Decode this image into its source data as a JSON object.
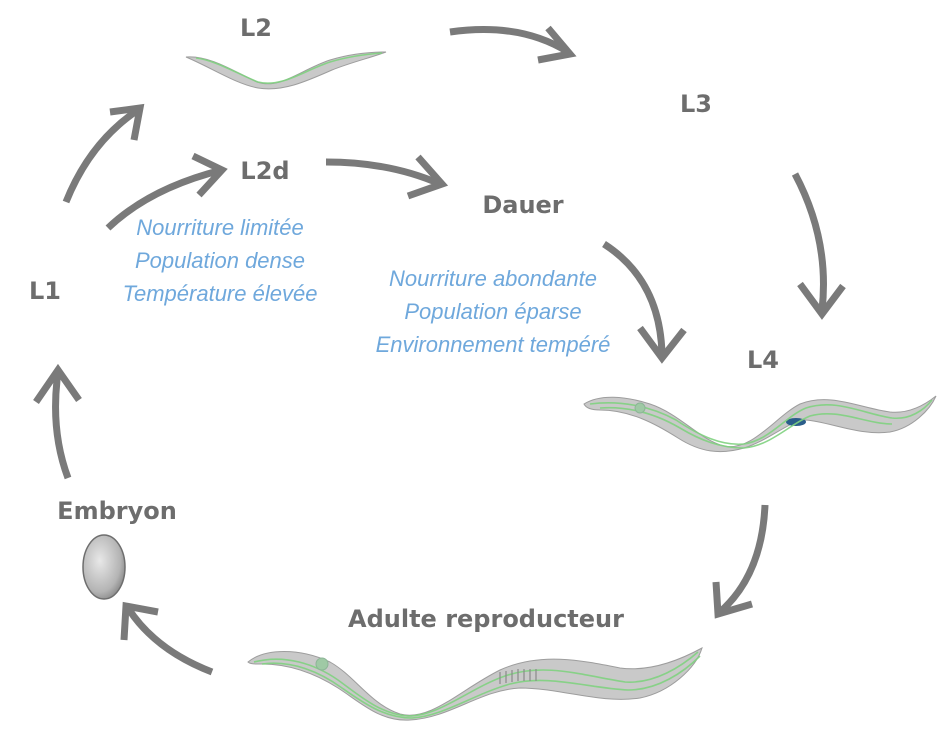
{
  "stages": {
    "l2": "L2",
    "l3": "L3",
    "l2d": "L2d",
    "dauer": "Dauer",
    "l1": "L1",
    "l4": "L4",
    "embryo": "Embryon",
    "adult": "Adulte reproducteur"
  },
  "conditions": {
    "dauer_entry": [
      "Nourriture limitée",
      "Population dense",
      "Température élevée"
    ],
    "dauer_exit": [
      "Nourriture abondante",
      "Population éparse",
      "Environnement tempéré"
    ]
  },
  "colors": {
    "label": "#6d6d6d",
    "condition": "#6fa8dc",
    "arrow": "#7a7a7a",
    "worm_body": "#c9c9c9",
    "worm_stripe": "#7fd27f"
  }
}
